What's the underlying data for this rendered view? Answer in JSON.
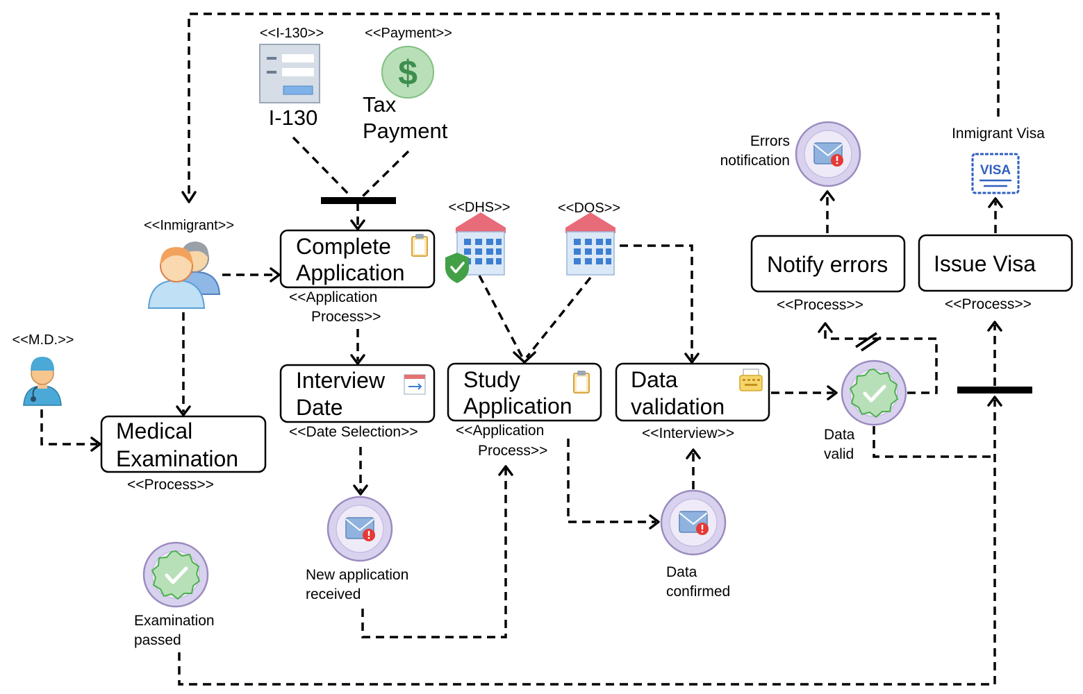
{
  "stereotypes": {
    "i130": "<<I-130>>",
    "payment": "<<Payment>>",
    "immigrant": "<<Inmigrant>>",
    "md": "<<M.D.>>",
    "dhs": "<<DHS>>",
    "dos": "<<DOS>>"
  },
  "artifacts": {
    "i130_label": "I-130",
    "tax_label_1": "Tax",
    "tax_label_2": "Payment",
    "visa_label": "Inmigrant Visa",
    "visa_icon_text": "VISA"
  },
  "activities": {
    "complete_application": {
      "line1": "Complete",
      "line2": "Application",
      "stereo1": "<<Application",
      "stereo2": "Process>>"
    },
    "interview_date": {
      "line1": "Interview",
      "line2": "Date",
      "stereo1": "<<Date Selection>>"
    },
    "study_application": {
      "line1": "Study",
      "line2": "Application",
      "stereo1": "<<Application",
      "stereo2": "Process>>"
    },
    "data_validation": {
      "line1": "Data",
      "line2": "validation",
      "stereo1": "<<Interview>>"
    },
    "medical_examination": {
      "line1": "Medical",
      "line2": "Examination",
      "stereo1": "<<Process>>"
    },
    "notify_errors": {
      "line1": "Notify errors",
      "stereo1": "<<Process>>"
    },
    "issue_visa": {
      "line1": "Issue Visa",
      "stereo1": "<<Process>>"
    }
  },
  "events": {
    "errors_notification": {
      "line1": "Errors",
      "line2": "notification"
    },
    "new_application": {
      "line1": "New application",
      "line2": "received"
    },
    "data_confirmed": {
      "line1": "Data",
      "line2": "confirmed"
    },
    "data_valid": {
      "line1": "Data",
      "line2": "valid"
    },
    "examination_passed": {
      "line1": "Examination",
      "line2": "passed"
    }
  },
  "colors": {
    "event_ring": "#d9d2ee",
    "event_ring_stroke": "#9b8bbf",
    "check_green": "#4caf50",
    "error_red": "#e53935",
    "building_blue": "#3d7fd0",
    "building_roof": "#e86b7a",
    "visa_blue": "#2f5fbf",
    "money_green": "#b9dfb9"
  }
}
